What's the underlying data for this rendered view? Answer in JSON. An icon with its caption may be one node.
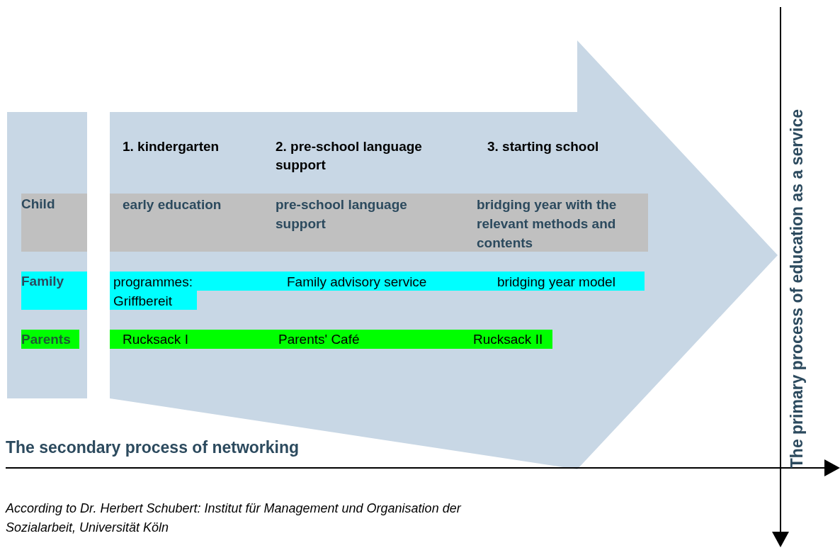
{
  "diagram": {
    "caption": "According to Dr. Herbert Schubert:  Institut für Management und Organisation der Sozialarbeit, Universität Köln",
    "labels": [
      "1. kindergarten",
      "2. pre-school language support",
      "3. starting school",
      "Child",
      "early education",
      "pre-school language support",
      "bridging year with the relevant methods and contents",
      "Family",
      "programmes: Griffbereit",
      "Family advisory service",
      "bridging year model",
      "Parents",
      "Rucksack I",
      "Parents' Café",
      "Rucksack II",
      "The secondary process of networking",
      "The primary process of education as a service"
    ]
  }
}
